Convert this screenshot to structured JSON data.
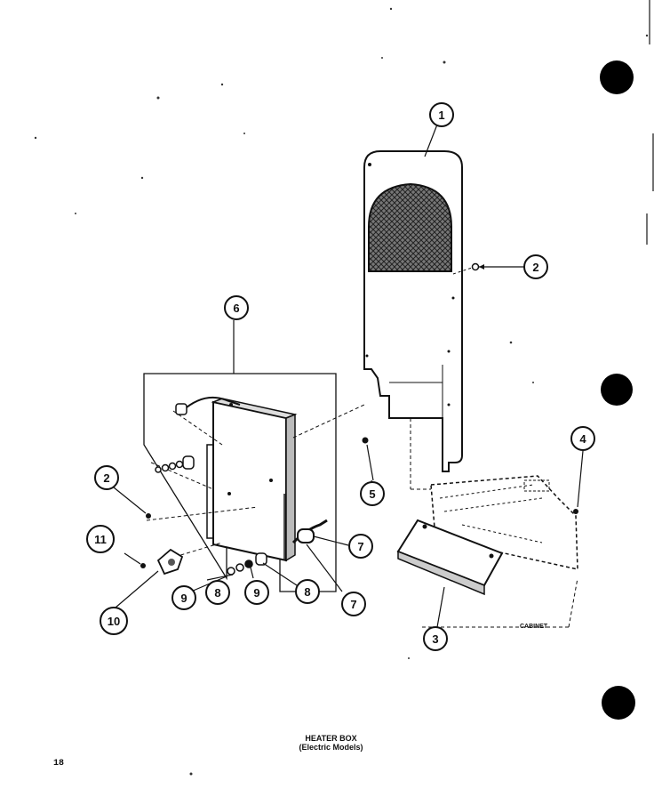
{
  "diagram": {
    "callouts": [
      {
        "id": "c1",
        "label": "1"
      },
      {
        "id": "c2a",
        "label": "2"
      },
      {
        "id": "c6",
        "label": "6"
      },
      {
        "id": "c4",
        "label": "4"
      },
      {
        "id": "c2b",
        "label": "2"
      },
      {
        "id": "c5",
        "label": "5"
      },
      {
        "id": "c11",
        "label": "11"
      },
      {
        "id": "c7a",
        "label": "7"
      },
      {
        "id": "c7b",
        "label": "7"
      },
      {
        "id": "c9a",
        "label": "9"
      },
      {
        "id": "c8a",
        "label": "8"
      },
      {
        "id": "c9b",
        "label": "9"
      },
      {
        "id": "c8b",
        "label": "8"
      },
      {
        "id": "c10",
        "label": "10"
      },
      {
        "id": "c3",
        "label": "3"
      }
    ],
    "cabinet_label": "CABINET"
  },
  "caption": {
    "title": "HEATER BOX",
    "subtitle": "(Electric Models)"
  },
  "page_number": "18"
}
